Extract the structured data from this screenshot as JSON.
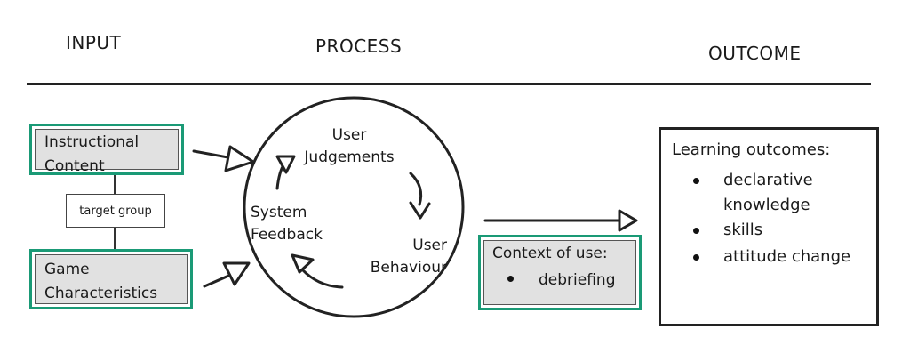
{
  "headers": {
    "input": "INPUT",
    "process": "PROCESS",
    "outcome": "OUTCOME"
  },
  "inputs": {
    "instructional": "Instructional\nContent",
    "target_group": "target group",
    "game": "Game\nCharacteristics"
  },
  "cycle": {
    "user_judgements": "User\nJudgements",
    "user_behaviour": "User\nBehaviour",
    "system_feedback": "System\nFeedback"
  },
  "context": {
    "title": "Context of use:",
    "items": [
      "debriefing"
    ]
  },
  "outcome": {
    "title": "Learning outcomes:",
    "items": [
      "declarative\nknowledge",
      "skills",
      "attitude change"
    ]
  },
  "colors": {
    "accent": "#1a9a76",
    "shade": "#e1e1e1",
    "line": "#222222"
  }
}
